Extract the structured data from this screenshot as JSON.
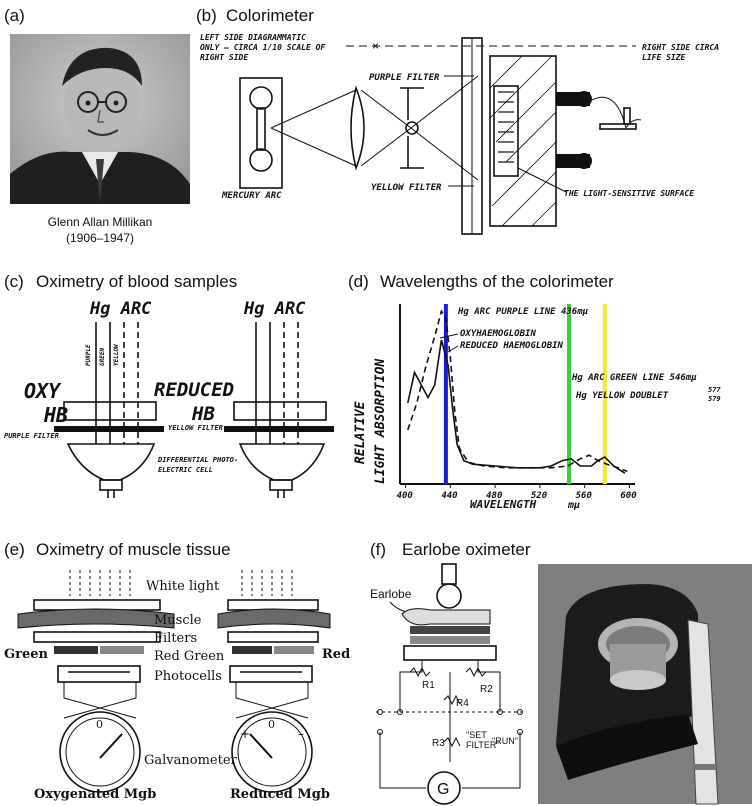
{
  "panel_a": {
    "label": "(a)",
    "caption_name": "Glenn Allan Millikan",
    "caption_years": "(1906–1947)"
  },
  "panel_b": {
    "label": "(b)",
    "title": "Colorimeter",
    "note_left_1": "LEFT SIDE DIAGRAMMATIC",
    "note_left_2": "ONLY – CIRCA 1/10 SCALE OF",
    "note_left_3": "RIGHT SIDE",
    "note_right_1": "RIGHT SIDE CIRCA",
    "note_right_2": "LIFE SIZE",
    "purple_filter": "PURPLE FILTER",
    "yellow_filter": "YELLOW FILTER",
    "mercury_arc": "MERCURY ARC",
    "light_surface": "THE LIGHT-SENSITIVE SURFACE"
  },
  "panel_c": {
    "label": "(c)",
    "title": "Oximetry of blood samples",
    "hg_arc": "Hg ARC",
    "beam_purple": "PURPLE",
    "beam_green": "GREEN",
    "beam_yellow": "YELLOW",
    "oxy": "OXY",
    "hb": "HB",
    "reduced": "REDUCED",
    "purple_filter": "PURPLE FILTER",
    "yellow_filter": "YELLOW FILTER",
    "diff_cell_1": "DIFFERENTIAL PHOTO-",
    "diff_cell_2": "ELECTRIC CELL"
  },
  "panel_d": {
    "label": "(d)",
    "title": "Wavelengths of the colorimeter",
    "ylabel_1": "RELATIVE",
    "ylabel_2": "LIGHT ABSORPTION",
    "xlabel": "WAVELENGTH",
    "xunit": "mμ",
    "legend_oxy": "OXYHAEMOGLOBIN",
    "legend_red": "REDUCED HAEMOGLOBIN",
    "ann_purple": "Hg ARC PURPLE LINE 436mμ",
    "ann_green": "Hg ARC GREEN LINE 546mμ",
    "ann_yellow": "Hg YELLOW DOUBLET",
    "ann_yellow_1": "577",
    "ann_yellow_2": "579"
  },
  "chart_data": {
    "type": "line",
    "title": "Wavelengths of the colorimeter",
    "xlabel": "WAVELENGTH mμ",
    "ylabel": "RELATIVE LIGHT ABSORPTION",
    "xlim": [
      395,
      605
    ],
    "ylim": [
      0,
      1
    ],
    "xticks": [
      400,
      440,
      480,
      520,
      560,
      600
    ],
    "xtick_labels": [
      "400",
      "440",
      "480",
      "520",
      "560",
      "600"
    ],
    "series": [
      {
        "name": "OXYHAEMOGLOBIN",
        "style": "solid",
        "x": [
          402,
          408,
          414,
          420,
          426,
          432,
          438,
          442,
          446,
          452,
          460,
          480,
          500,
          520,
          530,
          540,
          548,
          556,
          566,
          572,
          578,
          586,
          596
        ],
        "y": [
          0.45,
          0.62,
          0.55,
          0.48,
          0.55,
          0.8,
          0.66,
          0.42,
          0.22,
          0.13,
          0.11,
          0.1,
          0.09,
          0.09,
          0.1,
          0.13,
          0.14,
          0.1,
          0.1,
          0.13,
          0.15,
          0.1,
          0.06
        ]
      },
      {
        "name": "REDUCED HAEMOGLOBIN",
        "style": "dashed",
        "x": [
          402,
          410,
          418,
          426,
          432,
          436,
          440,
          444,
          448,
          456,
          470,
          490,
          510,
          530,
          545,
          556,
          564,
          572,
          580,
          590,
          598
        ],
        "y": [
          0.3,
          0.45,
          0.65,
          0.82,
          0.96,
          0.92,
          0.7,
          0.4,
          0.2,
          0.12,
          0.1,
          0.09,
          0.09,
          0.09,
          0.1,
          0.14,
          0.16,
          0.13,
          0.11,
          0.09,
          0.07
        ]
      }
    ],
    "vlines": [
      {
        "x": 436,
        "color": "#1b1bd6",
        "label": "Hg ARC PURPLE LINE 436mμ"
      },
      {
        "x": 546,
        "color": "#35d435",
        "label": "Hg ARC GREEN LINE 546mμ"
      },
      {
        "x": 578,
        "color": "#f2ea2a",
        "label": "Hg YELLOW DOUBLET 577 579"
      }
    ]
  },
  "panel_e": {
    "label": "(e)",
    "title": "Oximetry of muscle tissue",
    "white_light": "White light",
    "muscle": "Muscle",
    "filters": "Filters",
    "green": "Green",
    "red_green": "Red Green",
    "red": "Red",
    "photocells": "Photocells",
    "galvanometer": "Galvanometer",
    "oxygenated": "Oxygenated Mgb",
    "reduced": "Reduced Mgb",
    "zero": "0",
    "plus": "+",
    "minus": "–"
  },
  "panel_f": {
    "label": "(f)",
    "title": "Earlobe oximeter",
    "earlobe": "Earlobe",
    "r1": "R1",
    "r2": "R2",
    "r3": "R3",
    "r4": "R4",
    "set_filter_1": "\"SET",
    "set_filter_2": "FILTER\"",
    "run": "\"RUN\"",
    "galv": "G"
  }
}
